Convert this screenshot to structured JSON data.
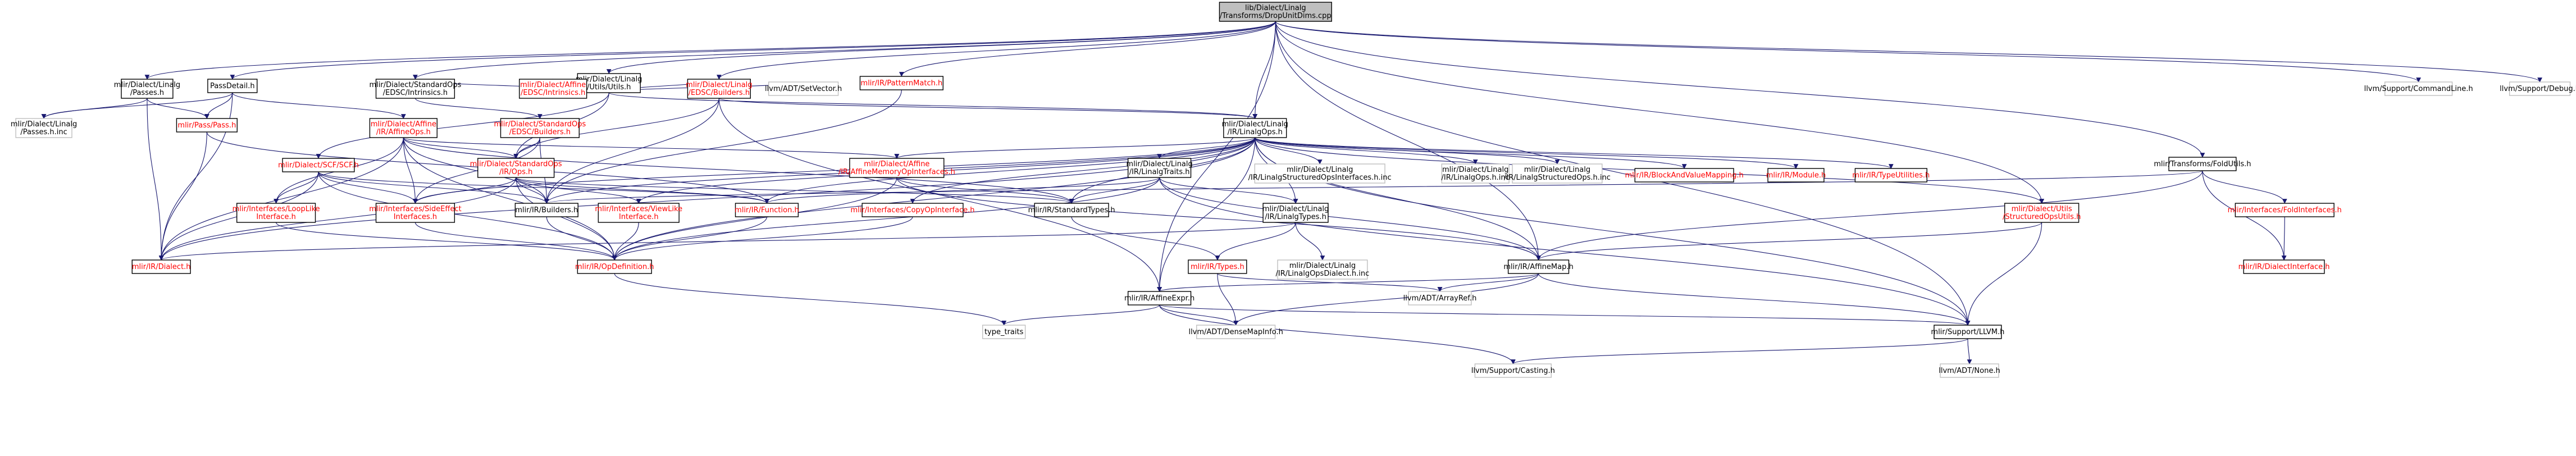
{
  "colors": {
    "edge": "#191970",
    "root_fill": "#bfbfbf",
    "red_text": "#ff0000",
    "missing_border": "#bfbfbf"
  },
  "nodes": [
    {
      "id": "root",
      "lines": [
        "lib/Dialect/Linalg",
        "/Transforms/DropUnitDims.cpp"
      ],
      "style": "root"
    },
    {
      "id": "passes_h",
      "lines": [
        "mlir/Dialect/Linalg",
        "/Passes.h"
      ]
    },
    {
      "id": "passdetail",
      "lines": [
        "PassDetail.h"
      ]
    },
    {
      "id": "linalg_utils",
      "lines": [
        "mlir/Dialect/Linalg",
        "/Utils/Utils.h"
      ]
    },
    {
      "id": "patternmatch",
      "lines": [
        "mlir/IR/PatternMatch.h"
      ],
      "style": "red"
    },
    {
      "id": "passes_inc",
      "lines": [
        "mlir/Dialect/Linalg",
        "/Passes.h.inc"
      ],
      "style": "missing"
    },
    {
      "id": "pass_h",
      "lines": [
        "mlir/Pass/Pass.h"
      ],
      "style": "red"
    },
    {
      "id": "affine_ops",
      "lines": [
        "mlir/Dialect/Affine",
        "/IR/AffineOps.h"
      ],
      "style": "red"
    },
    {
      "id": "so_edsc_intr",
      "lines": [
        "mlir/Dialect/StandardOps",
        "/EDSC/Intrinsics.h"
      ]
    },
    {
      "id": "affine_edsc_intr",
      "lines": [
        "mlir/Dialect/Affine",
        "/EDSC/Intrinsics.h"
      ],
      "style": "red"
    },
    {
      "id": "linalg_edsc_builders",
      "lines": [
        "mlir/Dialect/Linalg",
        "/EDSC/Builders.h"
      ],
      "style": "red"
    },
    {
      "id": "smallvector",
      "lines": [
        "llvm/ADT/SetVector.h"
      ],
      "style": "missing"
    },
    {
      "id": "so_edsc_builders",
      "lines": [
        "mlir/Dialect/StandardOps",
        "/EDSC/Builders.h"
      ],
      "style": "red"
    },
    {
      "id": "linalg_ops",
      "lines": [
        "mlir/Dialect/Linalg",
        "/IR/LinalgOps.h"
      ]
    },
    {
      "id": "foldutils",
      "lines": [
        "mlir/Transforms/FoldUtils.h"
      ]
    },
    {
      "id": "cmdline",
      "lines": [
        "llvm/Support/CommandLine.h"
      ],
      "style": "missing"
    },
    {
      "id": "debug",
      "lines": [
        "llvm/Support/Debug.h"
      ],
      "style": "missing"
    },
    {
      "id": "scf",
      "lines": [
        "mlir/Dialect/SCF/SCF.h"
      ],
      "style": "red"
    },
    {
      "id": "std_ops",
      "lines": [
        "mlir/Dialect/StandardOps",
        "/IR/Ops.h"
      ],
      "style": "red"
    },
    {
      "id": "affine_memory",
      "lines": [
        "mlir/Dialect/Affine",
        "/IR/AffineMemoryOpInterfaces.h"
      ],
      "style": "red"
    },
    {
      "id": "linalg_traits",
      "lines": [
        "mlir/Dialect/Linalg",
        "/IR/LinalgTraits.h"
      ]
    },
    {
      "id": "linalg_structured_iface_inc",
      "lines": [
        "mlir/Dialect/Linalg",
        "/IR/LinalgStructuredOpsInterfaces.h.inc"
      ],
      "style": "missing"
    },
    {
      "id": "linalg_ops_inc",
      "lines": [
        "mlir/Dialect/Linalg",
        "/IR/LinalgOps.h.inc"
      ],
      "style": "missing"
    },
    {
      "id": "linalg_structured_inc",
      "lines": [
        "mlir/Dialect/Linalg",
        "/IR/LinalgStructuredOps.h.inc"
      ],
      "style": "missing"
    },
    {
      "id": "blockandvalue",
      "lines": [
        "mlir/IR/BlockAndValueMapping.h"
      ],
      "style": "red"
    },
    {
      "id": "module",
      "lines": [
        "mlir/IR/Module.h"
      ],
      "style": "red"
    },
    {
      "id": "typeutils",
      "lines": [
        "mlir/IR/TypeUtilities.h"
      ],
      "style": "red"
    },
    {
      "id": "interfaces_loop",
      "lines": [
        "mlir/Interfaces/LoopLike",
        "Interface.h"
      ],
      "style": "red"
    },
    {
      "id": "side_effect",
      "lines": [
        "mlir/Interfaces/SideEffect",
        "Interfaces.h"
      ],
      "style": "red"
    },
    {
      "id": "builders",
      "lines": [
        "mlir/IR/Builders.h"
      ]
    },
    {
      "id": "view_like",
      "lines": [
        "mlir/Interfaces/ViewLike",
        "Interface.h"
      ],
      "style": "red"
    },
    {
      "id": "function",
      "lines": [
        "mlir/IR/Function.h"
      ],
      "style": "red"
    },
    {
      "id": "copy_op",
      "lines": [
        "mlir/Interfaces/CopyOpInterface.h"
      ],
      "style": "red"
    },
    {
      "id": "standard_types",
      "lines": [
        "mlir/IR/StandardTypes.h"
      ]
    },
    {
      "id": "linalg_types",
      "lines": [
        "mlir/Dialect/Linalg",
        "/IR/LinalgTypes.h"
      ]
    },
    {
      "id": "structured_utils",
      "lines": [
        "mlir/Dialect/Utils",
        "/StructuredOpsUtils.h"
      ],
      "style": "red"
    },
    {
      "id": "fold_interfaces",
      "lines": [
        "mlir/Interfaces/FoldInterfaces.h"
      ],
      "style": "red"
    },
    {
      "id": "dialect_h",
      "lines": [
        "mlir/IR/Dialect.h"
      ],
      "style": "red"
    },
    {
      "id": "op_def",
      "lines": [
        "mlir/IR/OpDefinition.h"
      ],
      "style": "red"
    },
    {
      "id": "types_h",
      "lines": [
        "mlir/IR/Types.h"
      ],
      "style": "red"
    },
    {
      "id": "linalg_dialect_inc",
      "lines": [
        "mlir/Dialect/Linalg",
        "/IR/LinalgOpsDialect.h.inc"
      ],
      "style": "missing"
    },
    {
      "id": "affine_map",
      "lines": [
        "mlir/IR/AffineMap.h"
      ]
    },
    {
      "id": "dialect_iface",
      "lines": [
        "mlir/IR/DialectInterface.h"
      ],
      "style": "red"
    },
    {
      "id": "arrayref",
      "lines": [
        "llvm/ADT/ArrayRef.h"
      ],
      "style": "missing"
    },
    {
      "id": "affine_expr",
      "lines": [
        "mlir/IR/AffineExpr.h"
      ]
    },
    {
      "id": "type_traits",
      "lines": [
        "type_traits"
      ],
      "style": "missing"
    },
    {
      "id": "densemapinfo",
      "lines": [
        "llvm/ADT/DenseMapInfo.h"
      ],
      "style": "missing"
    },
    {
      "id": "llvm_h",
      "lines": [
        "mlir/Support/LLVM.h"
      ]
    },
    {
      "id": "casting",
      "lines": [
        "llvm/Support/Casting.h"
      ],
      "style": "missing"
    },
    {
      "id": "none",
      "lines": [
        "llvm/ADT/None.h"
      ],
      "style": "missing"
    }
  ],
  "edges": [
    [
      "root",
      "passes_h"
    ],
    [
      "root",
      "passdetail"
    ],
    [
      "root",
      "linalg_utils"
    ],
    [
      "root",
      "patternmatch"
    ],
    [
      "root",
      "linalg_ops"
    ],
    [
      "root",
      "foldutils"
    ],
    [
      "root",
      "cmdline"
    ],
    [
      "root",
      "debug"
    ],
    [
      "root",
      "affine_expr"
    ],
    [
      "root",
      "affine_map"
    ],
    [
      "root",
      "llvm_h"
    ],
    [
      "root",
      "so_edsc_intr"
    ],
    [
      "root",
      "linalg_edsc_builders"
    ],
    [
      "root",
      "structured_utils"
    ],
    [
      "passes_h",
      "passes_inc"
    ],
    [
      "passes_h",
      "pass_h"
    ],
    [
      "passes_h",
      "dialect_h"
    ],
    [
      "passdetail",
      "passes_inc"
    ],
    [
      "passdetail",
      "pass_h"
    ],
    [
      "passdetail",
      "affine_ops"
    ],
    [
      "passdetail",
      "dialect_h"
    ],
    [
      "linalg_utils",
      "so_edsc_intr"
    ],
    [
      "linalg_utils",
      "affine_edsc_intr"
    ],
    [
      "linalg_utils",
      "linalg_edsc_builders"
    ],
    [
      "linalg_utils",
      "smallvector"
    ],
    [
      "linalg_utils",
      "linalg_ops"
    ],
    [
      "linalg_utils",
      "scf"
    ],
    [
      "linalg_utils",
      "std_ops"
    ],
    [
      "patternmatch",
      "builders"
    ],
    [
      "pass_h",
      "dialect_h"
    ],
    [
      "pass_h",
      "function"
    ],
    [
      "affine_ops",
      "std_ops"
    ],
    [
      "affine_ops",
      "affine_memory"
    ],
    [
      "affine_ops",
      "builders"
    ],
    [
      "affine_ops",
      "side_effect"
    ],
    [
      "affine_ops",
      "interfaces_loop"
    ],
    [
      "affine_ops",
      "dialect_h"
    ],
    [
      "affine_ops",
      "op_def"
    ],
    [
      "affine_ops",
      "standard_types"
    ],
    [
      "so_edsc_intr",
      "so_edsc_builders"
    ],
    [
      "linalg_edsc_builders",
      "linalg_ops"
    ],
    [
      "linalg_edsc_builders",
      "builders"
    ],
    [
      "linalg_edsc_builders",
      "std_ops"
    ],
    [
      "linalg_edsc_builders",
      "affine_expr"
    ],
    [
      "so_edsc_builders",
      "std_ops"
    ],
    [
      "so_edsc_builders",
      "builders"
    ],
    [
      "so_edsc_builders",
      "side_effect"
    ],
    [
      "linalg_ops",
      "affine_memory"
    ],
    [
      "linalg_ops",
      "linalg_traits"
    ],
    [
      "linalg_ops",
      "linalg_structured_iface_inc"
    ],
    [
      "linalg_ops",
      "linalg_ops_inc"
    ],
    [
      "linalg_ops",
      "linalg_structured_inc"
    ],
    [
      "linalg_ops",
      "blockandvalue"
    ],
    [
      "linalg_ops",
      "module"
    ],
    [
      "linalg_ops",
      "typeutils"
    ],
    [
      "linalg_ops",
      "linalg_types"
    ],
    [
      "linalg_ops",
      "structured_utils"
    ],
    [
      "linalg_ops",
      "builders"
    ],
    [
      "linalg_ops",
      "view_like"
    ],
    [
      "linalg_ops",
      "function"
    ],
    [
      "linalg_ops",
      "copy_op"
    ],
    [
      "linalg_ops",
      "standard_types"
    ],
    [
      "linalg_ops",
      "affine_map"
    ],
    [
      "linalg_ops",
      "affine_expr"
    ],
    [
      "linalg_ops",
      "op_def"
    ],
    [
      "linalg_ops",
      "side_effect"
    ],
    [
      "linalg_ops",
      "llvm_h"
    ],
    [
      "linalg_ops",
      "dialect_h"
    ],
    [
      "foldutils",
      "dialect_iface"
    ],
    [
      "foldutils",
      "fold_interfaces"
    ],
    [
      "foldutils",
      "builders"
    ],
    [
      "foldutils",
      "affine_map"
    ],
    [
      "scf",
      "interfaces_loop"
    ],
    [
      "scf",
      "side_effect"
    ],
    [
      "scf",
      "builders"
    ],
    [
      "scf",
      "dialect_h"
    ],
    [
      "scf",
      "op_def"
    ],
    [
      "scf",
      "function"
    ],
    [
      "std_ops",
      "builders"
    ],
    [
      "std_ops",
      "side_effect"
    ],
    [
      "std_ops",
      "view_like"
    ],
    [
      "std_ops",
      "dialect_h"
    ],
    [
      "std_ops",
      "op_def"
    ],
    [
      "std_ops",
      "standard_types"
    ],
    [
      "std_ops",
      "function"
    ],
    [
      "affine_memory",
      "op_def"
    ],
    [
      "affine_memory",
      "standard_types"
    ],
    [
      "affine_memory",
      "affine_map"
    ],
    [
      "linalg_traits",
      "standard_types"
    ],
    [
      "linalg_traits",
      "linalg_types"
    ],
    [
      "linalg_traits",
      "affine_map"
    ],
    [
      "linalg_traits",
      "op_def"
    ],
    [
      "linalg_traits",
      "function"
    ],
    [
      "linalg_traits",
      "llvm_h"
    ],
    [
      "interfaces_loop",
      "op_def"
    ],
    [
      "side_effect",
      "op_def"
    ],
    [
      "builders",
      "op_def"
    ],
    [
      "view_like",
      "op_def"
    ],
    [
      "function",
      "op_def"
    ],
    [
      "copy_op",
      "op_def"
    ],
    [
      "standard_types",
      "types_h"
    ],
    [
      "linalg_types",
      "dialect_h"
    ],
    [
      "linalg_types",
      "types_h"
    ],
    [
      "linalg_types",
      "linalg_dialect_inc"
    ],
    [
      "structured_utils",
      "affine_map"
    ],
    [
      "structured_utils",
      "llvm_h"
    ],
    [
      "fold_interfaces",
      "dialect_iface"
    ],
    [
      "op_def",
      "type_traits"
    ],
    [
      "types_h",
      "arrayref"
    ],
    [
      "types_h",
      "densemapinfo"
    ],
    [
      "affine_map",
      "affine_expr"
    ],
    [
      "affine_map",
      "arrayref"
    ],
    [
      "affine_map",
      "densemapinfo"
    ],
    [
      "affine_map",
      "llvm_h"
    ],
    [
      "affine_expr",
      "type_traits"
    ],
    [
      "affine_expr",
      "densemapinfo"
    ],
    [
      "affine_expr",
      "casting"
    ],
    [
      "affine_expr",
      "llvm_h"
    ],
    [
      "llvm_h",
      "casting"
    ],
    [
      "llvm_h",
      "none"
    ]
  ]
}
